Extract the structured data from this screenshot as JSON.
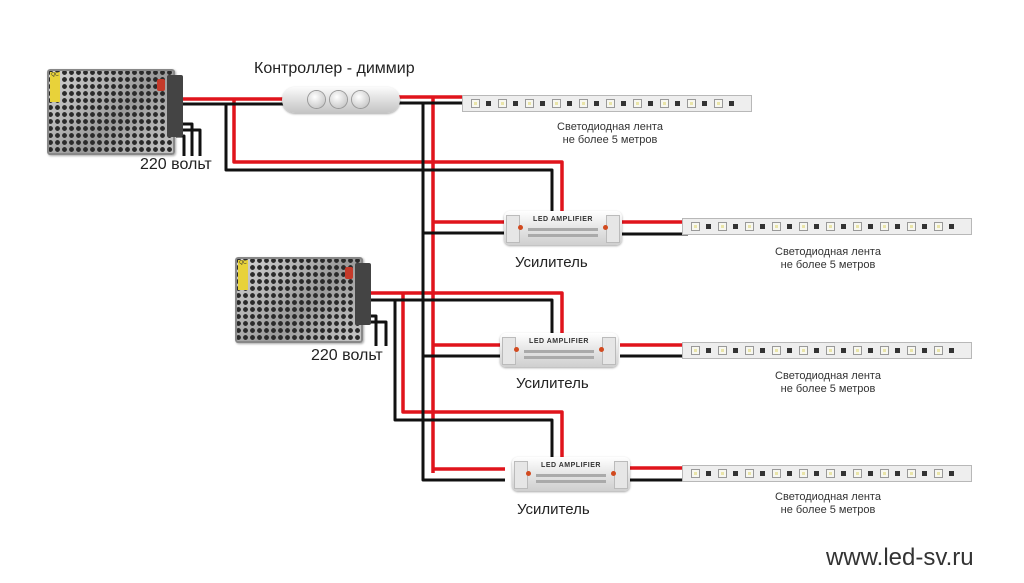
{
  "colors": {
    "positive_wire": "#e0141c",
    "negative_wire": "#111111"
  },
  "labels": {
    "controller": "Контроллер - диммир",
    "voltage_top": "220 вольт",
    "voltage_bottom": "220 вольт",
    "website": "www.led-sv.ru"
  },
  "amplifier": {
    "label": "Усилитель",
    "device_text": "LED AMPLIFIER"
  },
  "strips": [
    {
      "line1": "Светодиодная лента",
      "line2": "не более 5 метров"
    },
    {
      "line1": "Светодиодная лента",
      "line2": "не более 5 метров"
    },
    {
      "line1": "Светодиодная лента",
      "line2": "не более 5 метров"
    },
    {
      "line1": "Светодиодная лента",
      "line2": "не более 5 метров"
    }
  ],
  "amplifiers": [
    {
      "label": "Усилитель"
    },
    {
      "label": "Усилитель"
    },
    {
      "label": "Усилитель"
    }
  ]
}
